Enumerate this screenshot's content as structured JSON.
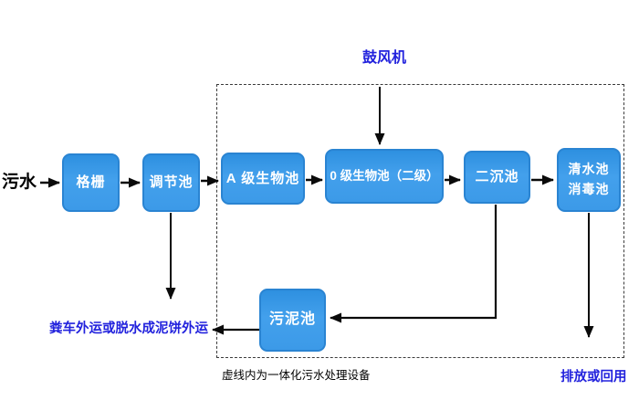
{
  "diagram": {
    "source_label": "污水",
    "blower_label": "鼓风机",
    "sludge_out_label": "粪车外运或脱水成泥饼外运",
    "boundary_caption": "虚线内为一体化污水处理设备",
    "discharge_label": "排放或回用",
    "nodes": {
      "grid": {
        "label": "格栅"
      },
      "regulating_tank": {
        "label": "调节池"
      },
      "a_bio_tank": {
        "label": "A 级生物池"
      },
      "o_bio_tank": {
        "label": "0 级生物池（二级）"
      },
      "secondary_sedimentation_tank": {
        "label": "二沉池"
      },
      "clear_water_tank": {
        "line1": "清水池",
        "line2": "消毒池"
      },
      "sludge_tank": {
        "label": "污泥池"
      }
    },
    "colors": {
      "node_fill": "#43a0ec",
      "node_fill_top": "#2e90e0",
      "node_border": "#2a84d2",
      "blue_text": "#2222dd",
      "line": "#0a0a0a"
    }
  }
}
